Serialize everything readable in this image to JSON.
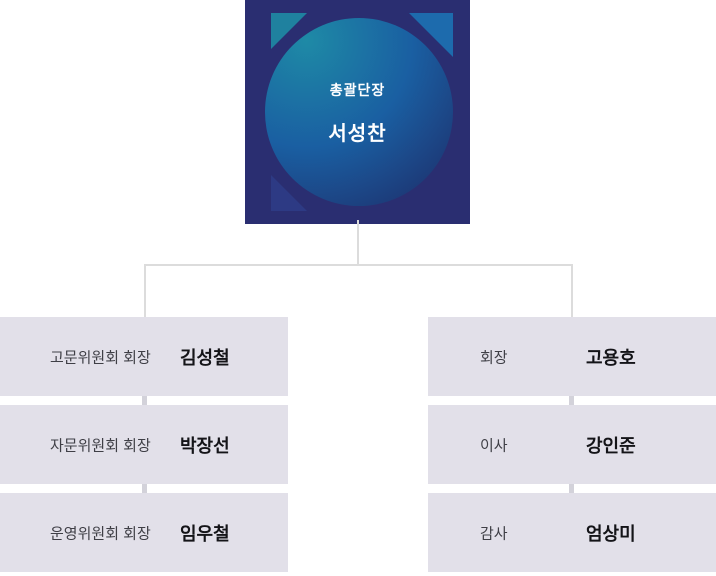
{
  "org_chart": {
    "root": {
      "role": "총괄단장",
      "name": "서성찬"
    },
    "columns": [
      {
        "items": [
          {
            "role": "고문위원회 회장",
            "name": "김성철"
          },
          {
            "role": "자문위원회 회장",
            "name": "박장선"
          },
          {
            "role": "운영위원회 회장",
            "name": "임우철"
          }
        ]
      },
      {
        "items": [
          {
            "role": "회장",
            "name": "고용호"
          },
          {
            "role": "이사",
            "name": "강인준"
          },
          {
            "role": "감사",
            "name": "엄상미"
          }
        ]
      }
    ]
  },
  "colors": {
    "page_background": "#ffffff",
    "root_box_background": "#2a2e71",
    "root_circle_gradient_start": "#1e8aa6",
    "root_circle_gradient_mid": "#1a5fa2",
    "root_circle_gradient_end": "#1e2a66",
    "corner_accent_teal": "#1f819f",
    "corner_accent_blue": "#1d6bad",
    "corner_accent_dark_blue": "#2d3a84",
    "member_box_background": "#e2e0e9",
    "tree_line": "#dcdcdc",
    "row_connector": "#d3d2da",
    "root_text": "#ffffff",
    "role_text": "#3f3f46",
    "name_text": "#141418"
  }
}
